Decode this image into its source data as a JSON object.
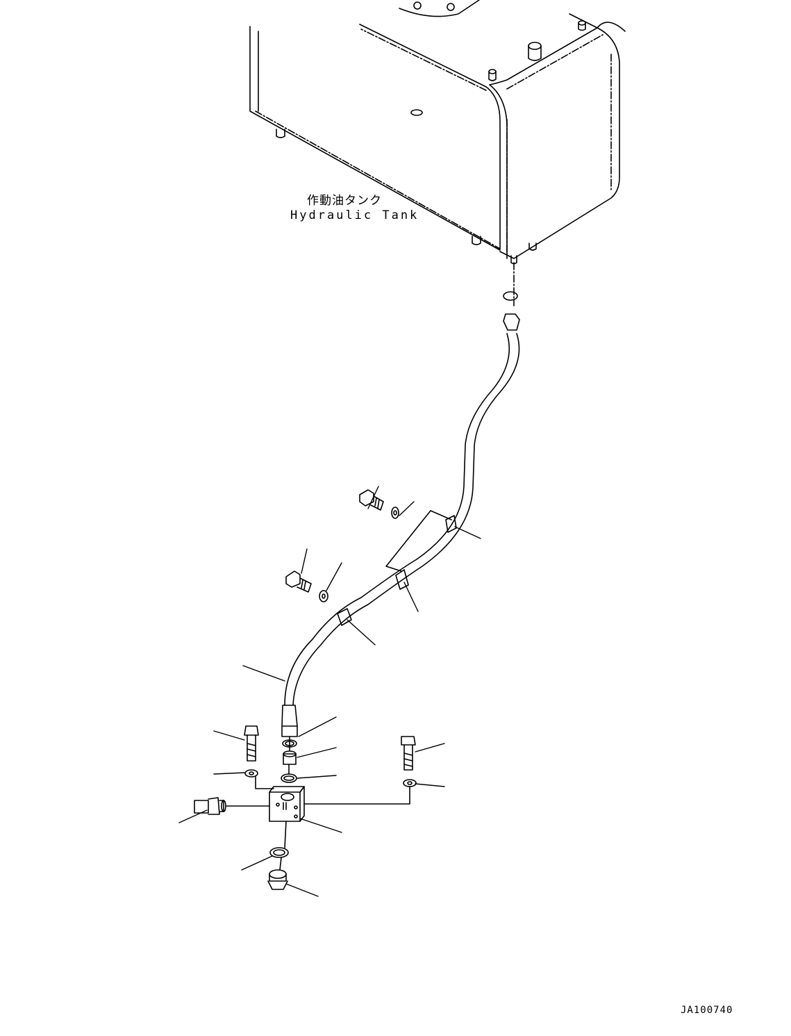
{
  "labels": {
    "tank_jp": "作動油タンク",
    "tank_en": "Hydraulic Tank",
    "drawing_id": "JA100740"
  },
  "components": [
    "hydraulic-tank",
    "hose",
    "hose-clamp",
    "bolt",
    "washer",
    "o-ring",
    "elbow-fitting",
    "manifold-block",
    "plug",
    "pressure-sensor"
  ]
}
